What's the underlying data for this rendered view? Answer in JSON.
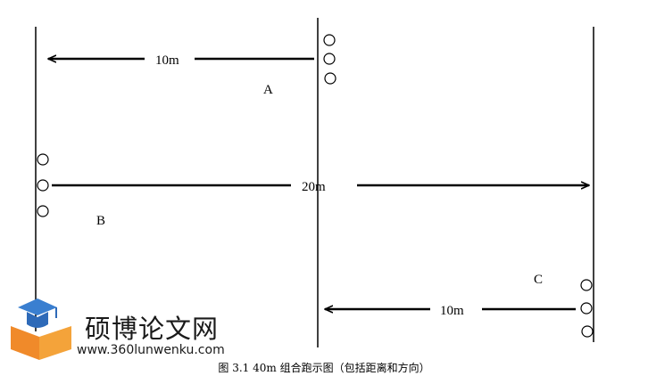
{
  "diagram": {
    "label_a": "A",
    "label_b": "B",
    "label_c": "C",
    "distance_top": "10m",
    "distance_middle": "20m",
    "distance_bottom": "10m"
  },
  "watermark": {
    "site_name": "硕博论文网",
    "site_url": "www.360lunwenku.com"
  },
  "caption": "图 3.1 40m 组合跑示图（包括距离和方向）"
}
